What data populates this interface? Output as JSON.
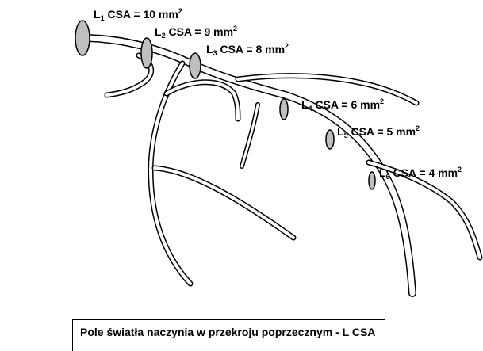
{
  "labels": [
    {
      "id": "L1",
      "prefix": "L",
      "index": "1",
      "text": " CSA = 10 mm",
      "exp": "2"
    },
    {
      "id": "L2",
      "prefix": "L",
      "index": "2",
      "text": " CSA = 9 mm",
      "exp": "2"
    },
    {
      "id": "L3",
      "prefix": "L",
      "index": "3",
      "text": " CSA = 8 mm",
      "exp": "2"
    },
    {
      "id": "L4",
      "prefix": "L",
      "index": "4",
      "text": " CSA = 6 mm",
      "exp": "2"
    },
    {
      "id": "L5",
      "prefix": "L",
      "index": "5",
      "text": " CSA = 5 mm",
      "exp": "2"
    },
    {
      "id": "L6",
      "prefix": "L",
      "index": "6",
      "text": " CSA = 4 mm",
      "exp": "2"
    }
  ],
  "caption": "Pole światła naczynia w przekroju poprzecznym - L CSA",
  "colors": {
    "vessel_stroke": "#000000",
    "vessel_fill": "#ffffff",
    "cross_section_fill": "#bfbfbf"
  }
}
